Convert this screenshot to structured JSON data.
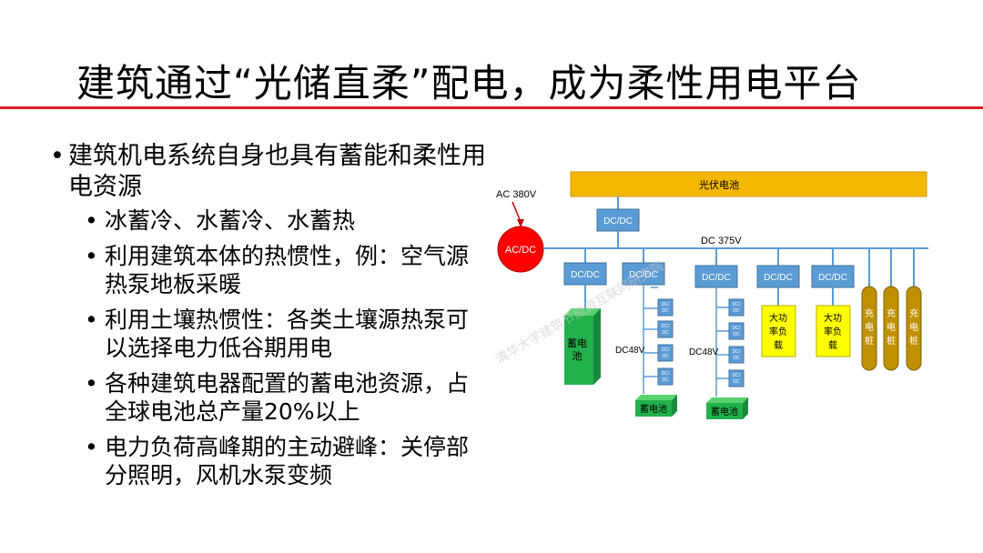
{
  "slide": {
    "title": "建筑通过“光储直柔”配电，成为柔性用电平台"
  },
  "bullets": {
    "main": "建筑机电系统自身也具有蓄能和柔性用电资源",
    "sub": [
      "冰蓄冷、水蓄冷、水蓄热",
      "利用建筑本体的热惯性，例：空气源热泵地板采暖",
      "利用土壤热惯性：各类土壤源热泵可以选择电力低谷期用电",
      "各种建筑电器配置的蓄电池资源，占全球电池总产量20%以上",
      "电力负荷高峰期的主动避峰：关停部分照明，风机水泵变频"
    ]
  },
  "diagram": {
    "pv": "光伏电池",
    "ac380": "AC 380V",
    "acdc": "AC/DC",
    "dcdc": "DC/DC",
    "dc375": "DC 375V",
    "dc48": "DC48V",
    "small_dcdc_top": "DC/",
    "small_dcdc_bottom": "DC",
    "battery_big": [
      "蓄电",
      "池"
    ],
    "battery": "蓄电池",
    "load": [
      "大功",
      "率负",
      "载"
    ],
    "charger": [
      "充",
      "电",
      "桩"
    ],
    "watermark": "清华大学建筑节能源互联网研究院",
    "colors": {
      "pv": "#f5b800",
      "dcdc": "#5b9bd5",
      "acdc": "#ff0000",
      "bus": "#5b9bd5",
      "battery": "#22b14c",
      "load": "#ffff00",
      "charger": "#bf9000"
    }
  }
}
